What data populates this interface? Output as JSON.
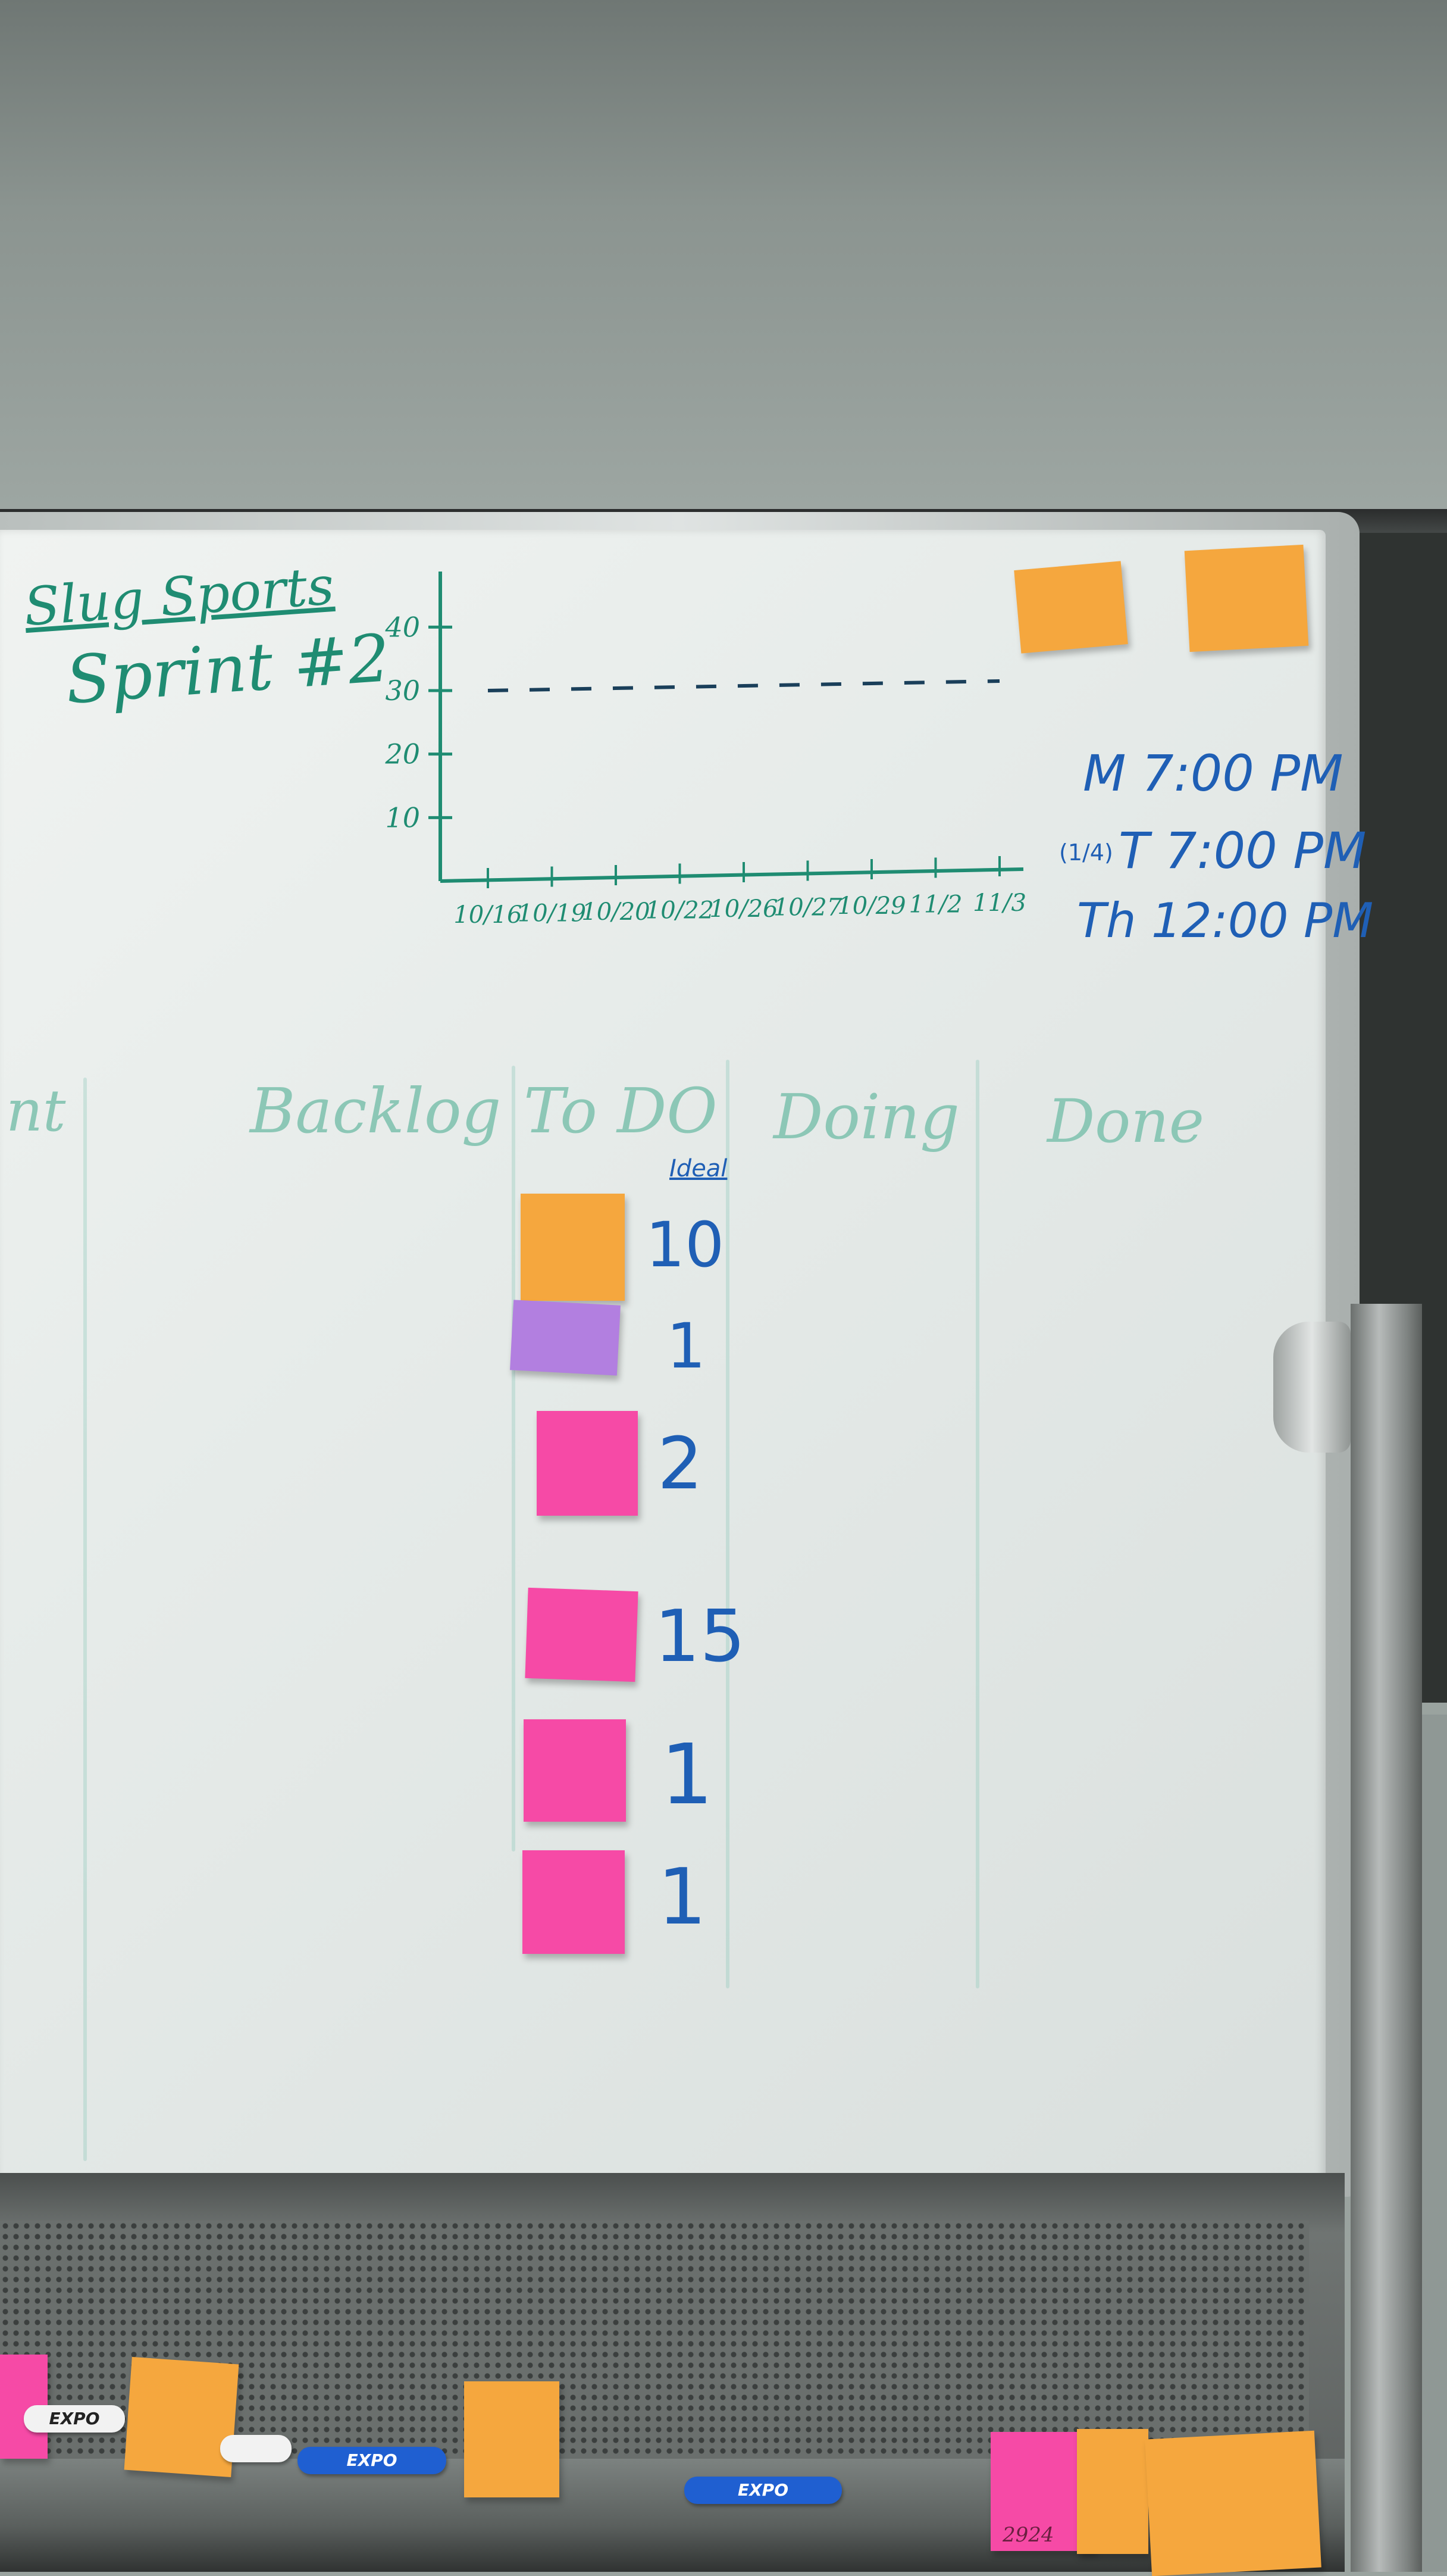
{
  "board": {
    "title_line1": "Slug Sports",
    "title_line2": "Sprint #2"
  },
  "burndown": {
    "y_ticks": [
      "40",
      "30",
      "20",
      "10"
    ],
    "x_ticks": [
      "10/16",
      "10/19",
      "10/20",
      "10/22",
      "10/26",
      "10/27",
      "10/29",
      "11/2",
      "11/3"
    ]
  },
  "meetings": {
    "line1": "M 7:00 PM",
    "line2_prefix": "(1/4)",
    "line2": "T 7:00 PM",
    "line3": "Th 12:00 PM"
  },
  "columns": {
    "partial": "nt",
    "backlog": "Backlog",
    "todo": "To DO",
    "doing": "Doing",
    "done": "Done"
  },
  "ideal_header": "Ideal",
  "estimates": [
    "10",
    "1",
    "2",
    "15",
    "1",
    "1"
  ],
  "chart_data": {
    "type": "line",
    "title": "",
    "xlabel": "",
    "ylabel": "",
    "categories": [
      "10/16",
      "10/19",
      "10/20",
      "10/22",
      "10/26",
      "10/27",
      "10/29",
      "11/2",
      "11/3"
    ],
    "series": [
      {
        "values": [
          30,
          30,
          30,
          30,
          30,
          30,
          30,
          30,
          30
        ]
      }
    ],
    "ylim": [
      0,
      45
    ],
    "y_ticks": [
      10,
      20,
      30,
      40
    ]
  },
  "markers": {
    "m1": "EXPO",
    "m2": "EXPO",
    "m3": "EXPO"
  },
  "notes": {
    "tray_pink": "2924"
  },
  "colors": {
    "green_ink": "#1f8c72",
    "blue_ink": "#1f5fb5",
    "sticky_orange": "#f5a73e",
    "sticky_pink": "#f64aa6",
    "sticky_purple": "#b27fe0"
  }
}
